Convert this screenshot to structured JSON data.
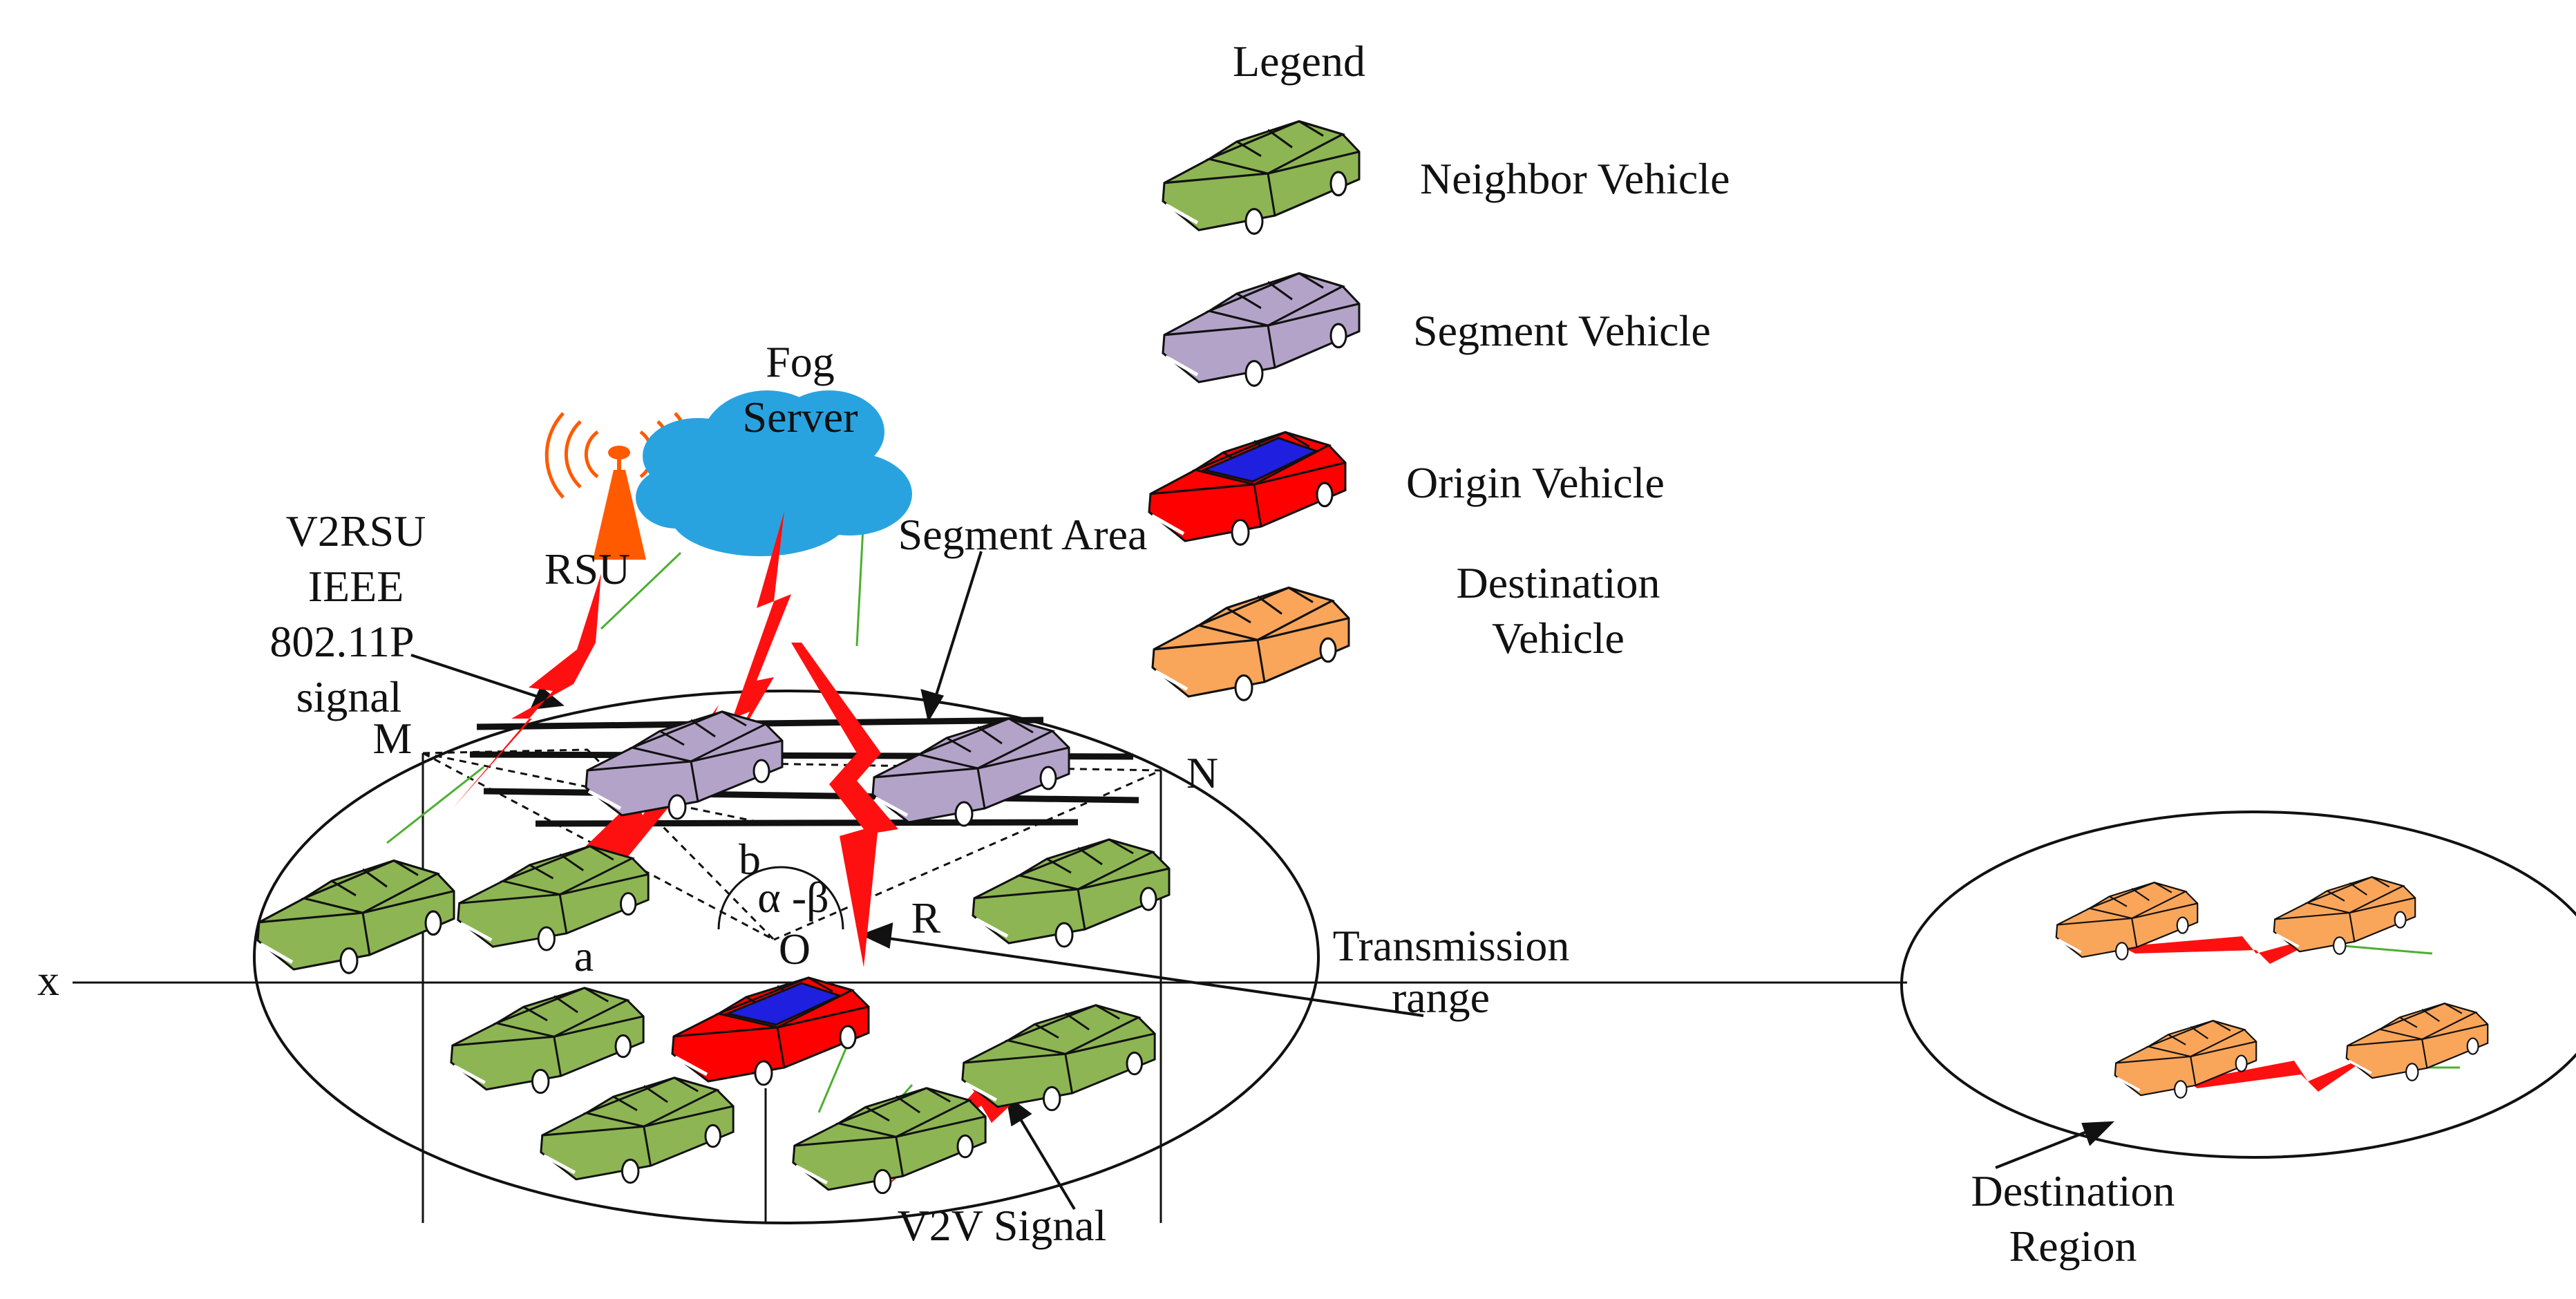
{
  "legend": {
    "title": "Legend",
    "items": [
      {
        "label": "Neighbor Vehicle",
        "color": "#8db553"
      },
      {
        "label": "Segment Vehicle",
        "color": "#b4a3c8"
      },
      {
        "label": "Origin Vehicle",
        "color": "#ff0000",
        "accent": "#1f1fe0"
      },
      {
        "label": "Destination",
        "label2": "Vehicle",
        "color": "#f9a55a"
      }
    ]
  },
  "labels": {
    "fog_server_line1": "Fog",
    "fog_server_line2": "Server",
    "rsu": "RSU",
    "v2rsu_1": "V2RSU",
    "v2rsu_2": "IEEE",
    "v2rsu_3": "802.11P",
    "v2rsu_4": "signal",
    "segment_area": "Segment Area",
    "point_m": "M",
    "point_n": "N",
    "point_b": "b",
    "point_a": "a",
    "point_o": "O",
    "point_r": "R",
    "angle": "α -β",
    "axis_x": "x",
    "transmission_1": "Transmission",
    "transmission_2": "range",
    "v2v_signal": "V2V Signal",
    "destination_region_1": "Destination",
    "destination_region_2": "Region"
  },
  "colors": {
    "neighbor": "#8db553",
    "segment": "#b4a3c8",
    "origin": "#ff0000",
    "origin_window": "#1f1fe0",
    "destination": "#f9a55a",
    "cloud": "#29a3e0",
    "rsu_tower": "#ff5a00",
    "signal": "#ff1010",
    "signal_line": "#4caf30"
  }
}
